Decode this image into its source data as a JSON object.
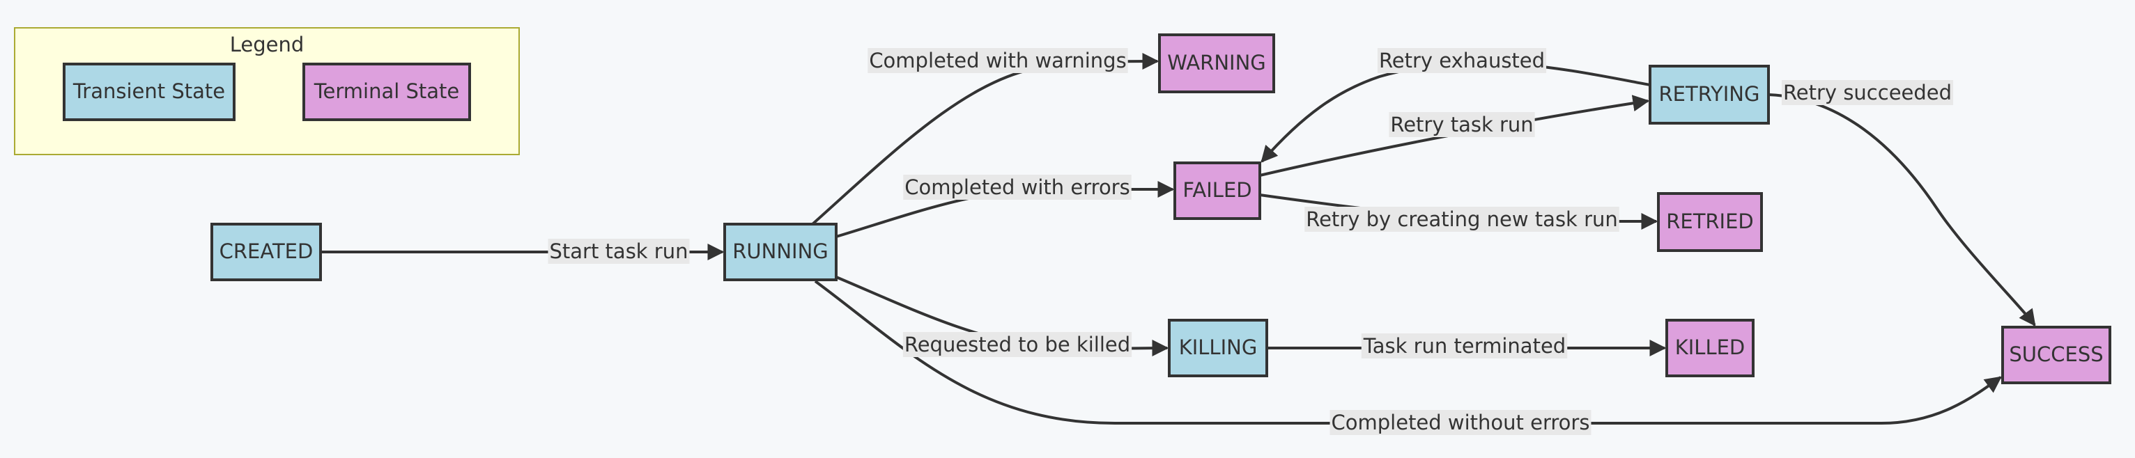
{
  "colors": {
    "transient": "#add8e6",
    "terminal": "#dda0dd",
    "background": "#f6f8fa",
    "edge": "#333333",
    "legend_fill": "#ffffde",
    "legend_stroke": "#aaaa33"
  },
  "legend": {
    "title": "Legend",
    "items": [
      {
        "id": "transient",
        "label": "Transient State",
        "kind": "transient"
      },
      {
        "id": "terminal",
        "label": "Terminal State",
        "kind": "terminal"
      }
    ]
  },
  "nodes": [
    {
      "id": "created",
      "label": "CREATED",
      "kind": "transient"
    },
    {
      "id": "running",
      "label": "RUNNING",
      "kind": "transient"
    },
    {
      "id": "warning",
      "label": "WARNING",
      "kind": "terminal"
    },
    {
      "id": "failed",
      "label": "FAILED",
      "kind": "terminal"
    },
    {
      "id": "retrying",
      "label": "RETRYING",
      "kind": "transient"
    },
    {
      "id": "retried",
      "label": "RETRIED",
      "kind": "terminal"
    },
    {
      "id": "killing",
      "label": "KILLING",
      "kind": "transient"
    },
    {
      "id": "killed",
      "label": "KILLED",
      "kind": "terminal"
    },
    {
      "id": "success",
      "label": "SUCCESS",
      "kind": "terminal"
    }
  ],
  "edges": [
    {
      "id": "created-running",
      "from": "created",
      "to": "running",
      "label": "Start task run"
    },
    {
      "id": "running-warning",
      "from": "running",
      "to": "warning",
      "label": "Completed with warnings"
    },
    {
      "id": "running-failed",
      "from": "running",
      "to": "failed",
      "label": "Completed with errors"
    },
    {
      "id": "running-killing",
      "from": "running",
      "to": "killing",
      "label": "Requested to be killed"
    },
    {
      "id": "running-success",
      "from": "running",
      "to": "success",
      "label": "Completed without errors"
    },
    {
      "id": "failed-retrying",
      "from": "failed",
      "to": "retrying",
      "label": "Retry task run"
    },
    {
      "id": "retrying-failed",
      "from": "retrying",
      "to": "failed",
      "label": "Retry exhausted"
    },
    {
      "id": "failed-retried",
      "from": "failed",
      "to": "retried",
      "label": "Retry by creating new task run"
    },
    {
      "id": "retrying-success",
      "from": "retrying",
      "to": "success",
      "label": "Retry succeeded"
    },
    {
      "id": "killing-killed",
      "from": "killing",
      "to": "killed",
      "label": "Task run terminated"
    }
  ]
}
